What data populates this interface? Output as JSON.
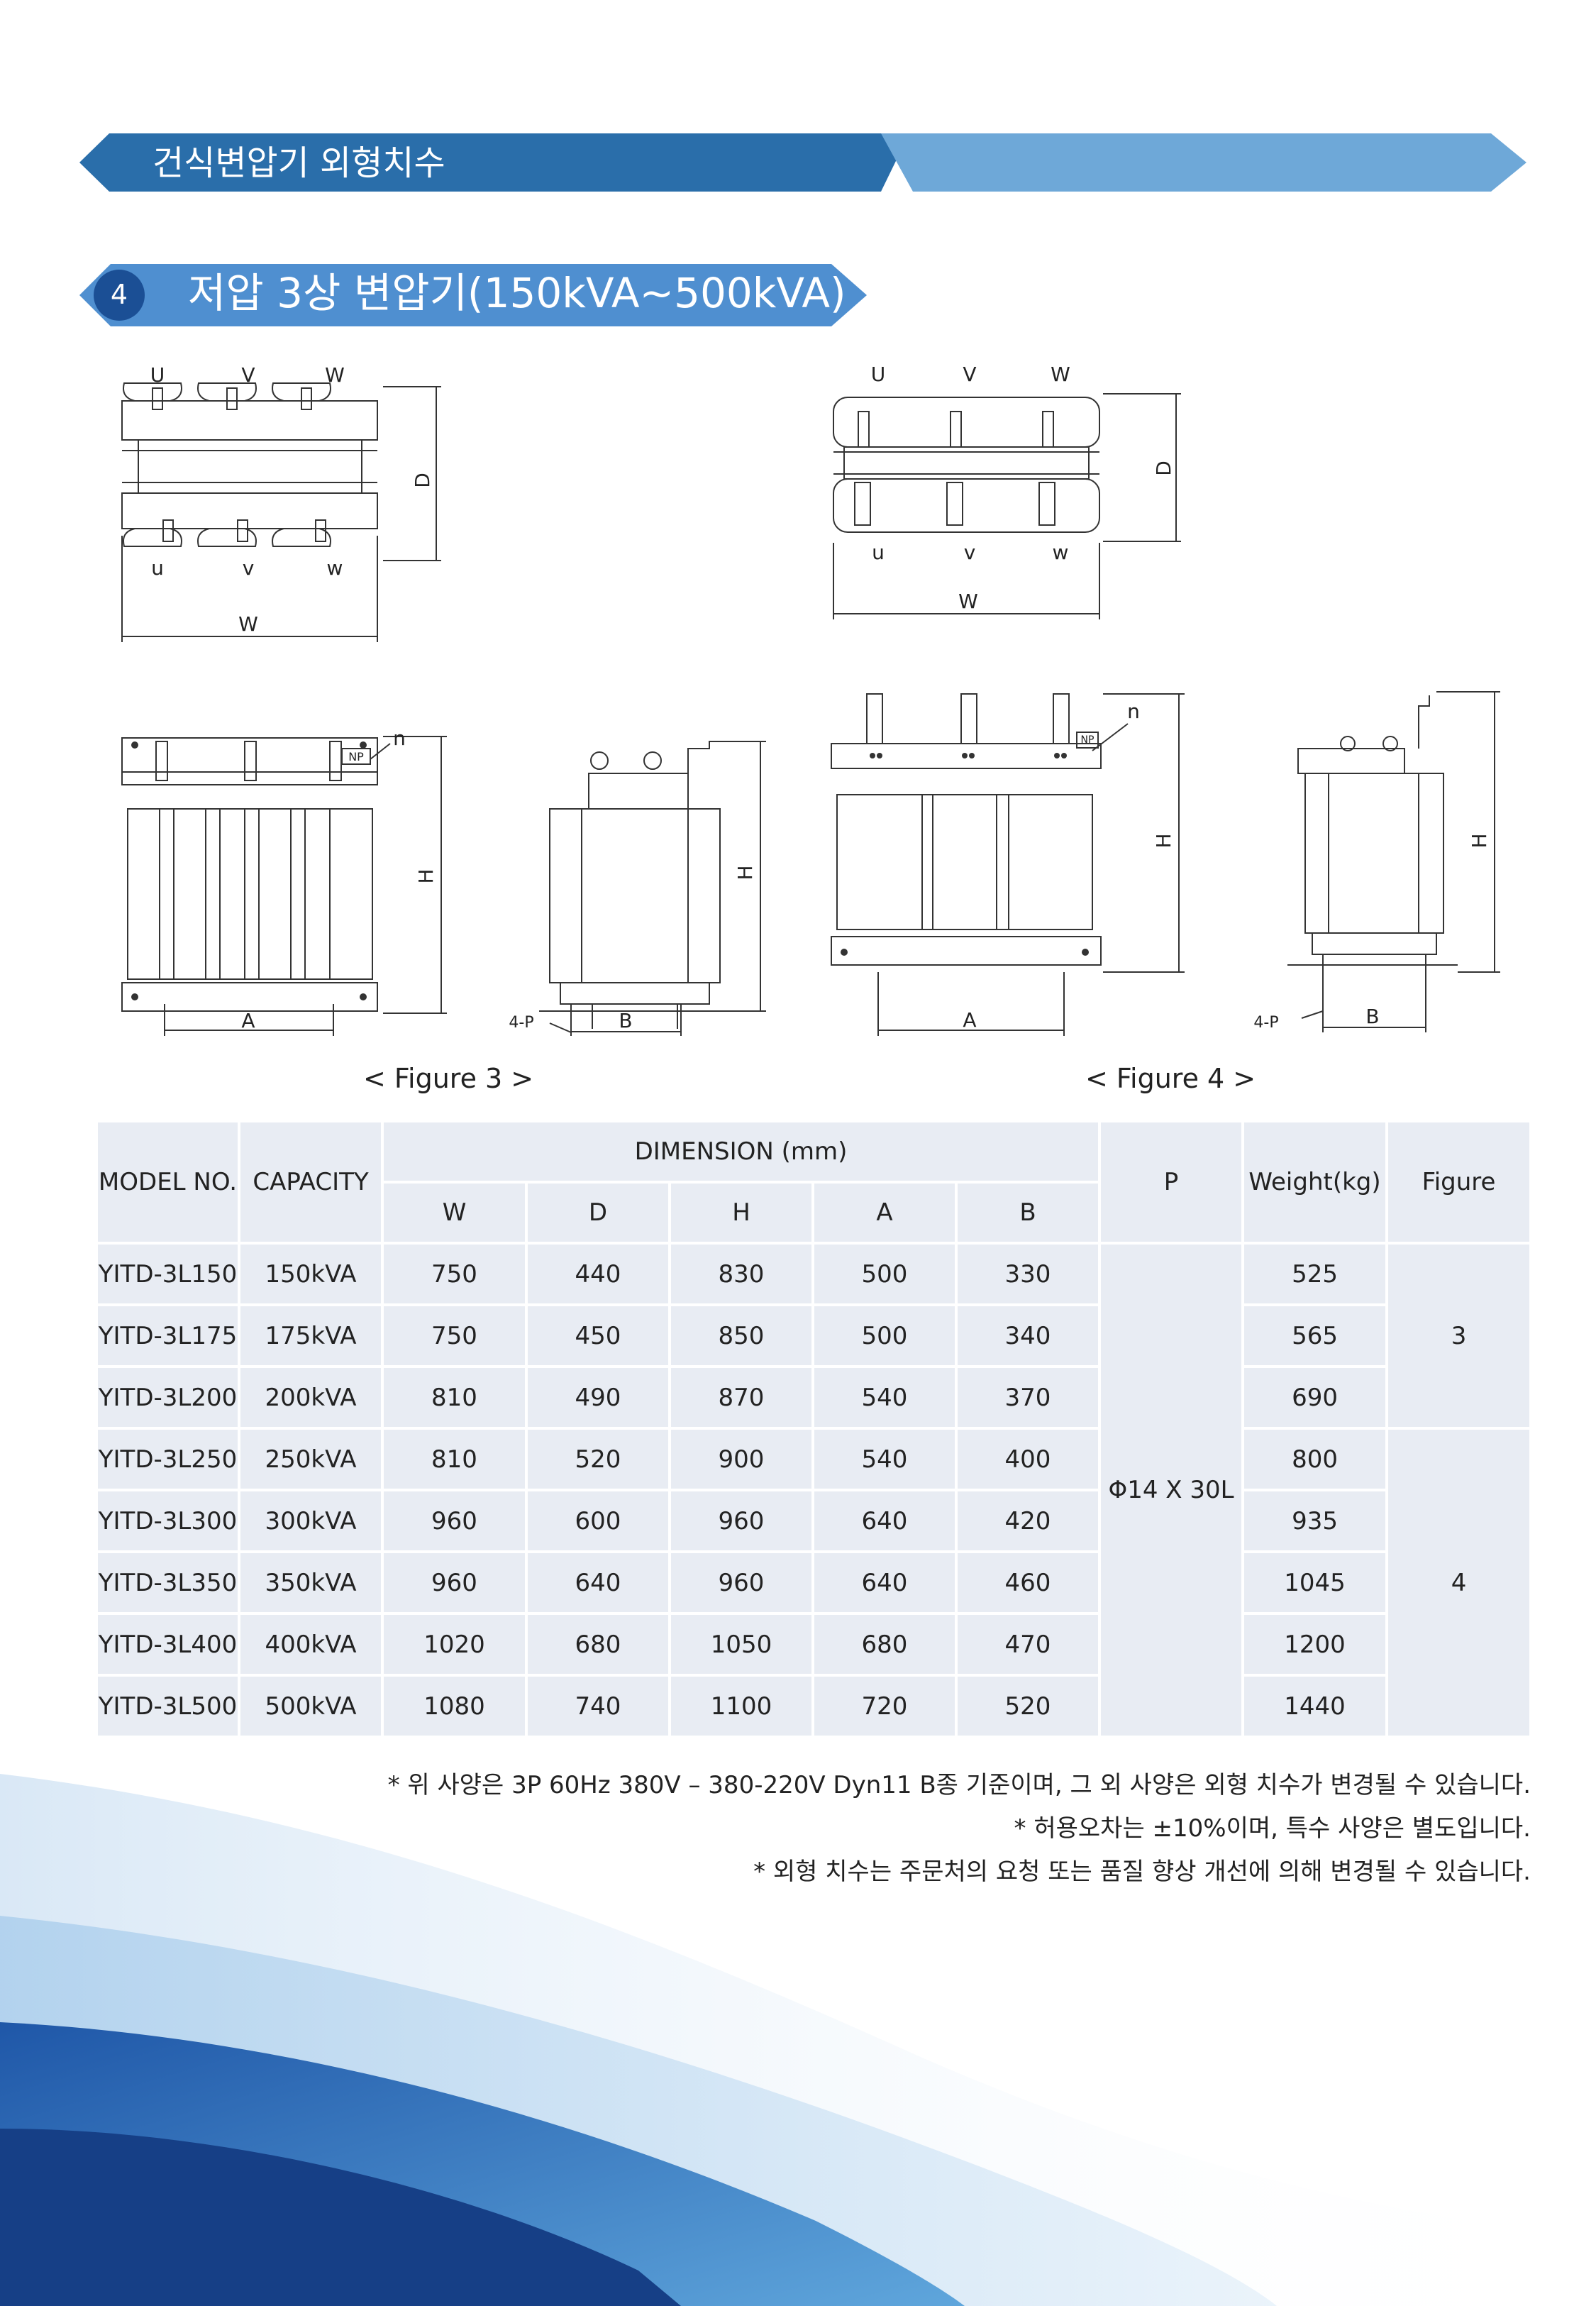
{
  "header": {
    "title": "건식변압기 외형치수"
  },
  "section": {
    "number": "4",
    "title": "저압 3상 변압기(150kVA~500kVA)"
  },
  "figure3": {
    "caption": "< Figure 3 >",
    "top_labels": [
      "U",
      "V",
      "W"
    ],
    "bottom_labels": [
      "u",
      "v",
      "w"
    ],
    "dim_w": "W",
    "dim_d": "D",
    "dim_h": "H",
    "dim_a": "A",
    "dim_b": "B",
    "np": "NP",
    "n": "n",
    "p": "4-P"
  },
  "figure4": {
    "caption": "< Figure 4 >",
    "top_labels": [
      "U",
      "V",
      "W"
    ],
    "bottom_labels": [
      "u",
      "v",
      "w"
    ],
    "dim_w": "W",
    "dim_d": "D",
    "dim_h": "H",
    "dim_a": "A",
    "dim_b": "B",
    "np": "NP",
    "n": "n",
    "p": "4-P"
  },
  "table": {
    "headers": {
      "model": "MODEL NO.",
      "capacity": "CAPACITY",
      "dimension": "DIMENSION (mm)",
      "w": "W",
      "d": "D",
      "h": "H",
      "a": "A",
      "b": "B",
      "p": "P",
      "weight": "Weight(kg)",
      "figure": "Figure"
    },
    "p_value": "Φ14 X 30L",
    "figure_groups": [
      "3",
      "4"
    ],
    "rows": [
      {
        "model": "YITD-3L150",
        "capacity": "150kVA",
        "w": "750",
        "d": "440",
        "h": "830",
        "a": "500",
        "b": "330",
        "weight": "525"
      },
      {
        "model": "YITD-3L175",
        "capacity": "175kVA",
        "w": "750",
        "d": "450",
        "h": "850",
        "a": "500",
        "b": "340",
        "weight": "565"
      },
      {
        "model": "YITD-3L200",
        "capacity": "200kVA",
        "w": "810",
        "d": "490",
        "h": "870",
        "a": "540",
        "b": "370",
        "weight": "690"
      },
      {
        "model": "YITD-3L250",
        "capacity": "250kVA",
        "w": "810",
        "d": "520",
        "h": "900",
        "a": "540",
        "b": "400",
        "weight": "800"
      },
      {
        "model": "YITD-3L300",
        "capacity": "300kVA",
        "w": "960",
        "d": "600",
        "h": "960",
        "a": "640",
        "b": "420",
        "weight": "935"
      },
      {
        "model": "YITD-3L350",
        "capacity": "350kVA",
        "w": "960",
        "d": "640",
        "h": "960",
        "a": "640",
        "b": "460",
        "weight": "1045"
      },
      {
        "model": "YITD-3L400",
        "capacity": "400kVA",
        "w": "1020",
        "d": "680",
        "h": "1050",
        "a": "680",
        "b": "470",
        "weight": "1200"
      },
      {
        "model": "YITD-3L500",
        "capacity": "500kVA",
        "w": "1080",
        "d": "740",
        "h": "1100",
        "a": "720",
        "b": "520",
        "weight": "1440"
      }
    ]
  },
  "notes": [
    "* 위 사양은 3P 60Hz 380V – 380-220V Dyn11 B종 기준이며, 그 외 사양은 외형 치수가 변경될 수 있습니다.",
    "* 허용오차는 ±10%이며, 특수 사양은 별도입니다.",
    "* 외형 치수는 주문처의 요청 또는 품질 향상 개선에 의해 변경될 수 있습니다."
  ],
  "colors": {
    "header_dark": "#2a6eaa",
    "header_light": "#6ea8d8",
    "table_cell": "#e8ecf3",
    "wave_dark": "#1a4f9c"
  }
}
